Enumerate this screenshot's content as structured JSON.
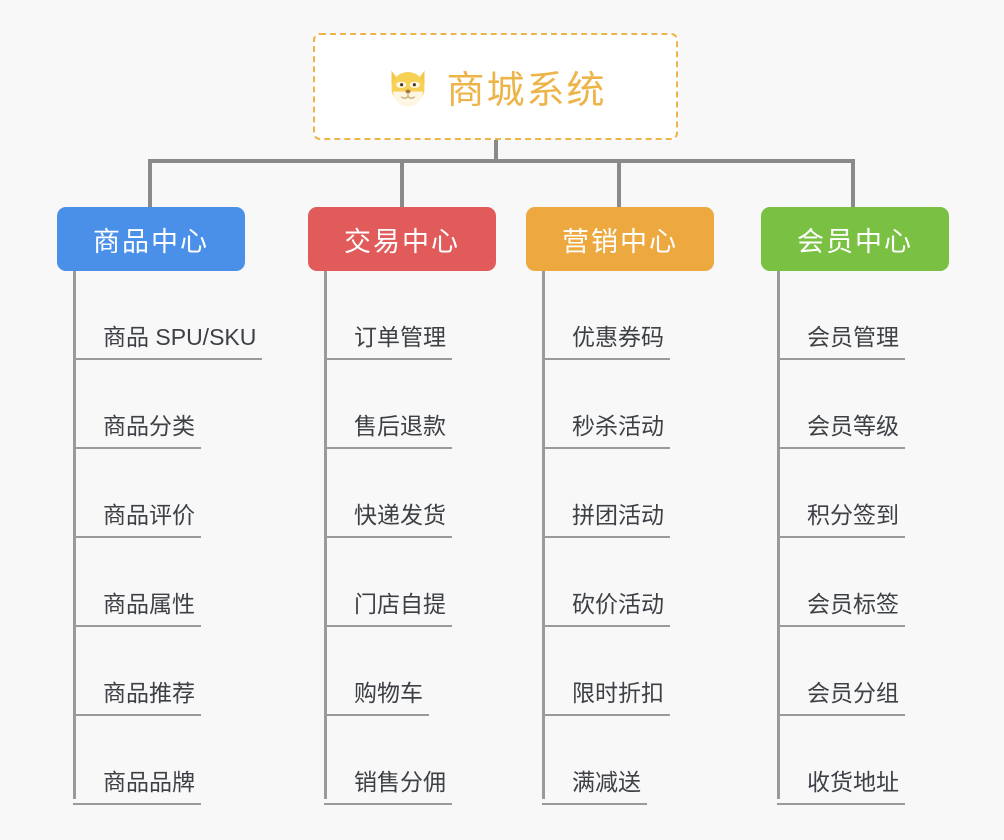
{
  "page": {
    "background_color": "#f8f8f8",
    "connector_color": "#8a8a8a",
    "leaf_line_color": "#9a9a9a",
    "leaf_text_color": "#3d4045"
  },
  "root": {
    "title": "商城系统",
    "emoji_icon": "shiba-dog-face-icon",
    "accent_color": "#edb44a",
    "border_style": "dashed",
    "background_color": "#ffffff"
  },
  "columns": [
    {
      "title": "商品中心",
      "color": "#4a90e8",
      "items": [
        {
          "label": "商品 SPU/SKU"
        },
        {
          "label": "商品分类"
        },
        {
          "label": "商品评价"
        },
        {
          "label": "商品属性"
        },
        {
          "label": "商品推荐"
        },
        {
          "label": "商品品牌"
        }
      ]
    },
    {
      "title": "交易中心",
      "color": "#e15b5b",
      "items": [
        {
          "label": "订单管理"
        },
        {
          "label": "售后退款"
        },
        {
          "label": "快递发货"
        },
        {
          "label": "门店自提"
        },
        {
          "label": "购物车"
        },
        {
          "label": "销售分佣"
        }
      ]
    },
    {
      "title": "营销中心",
      "color": "#eda93f",
      "items": [
        {
          "label": "优惠券码"
        },
        {
          "label": "秒杀活动"
        },
        {
          "label": "拼团活动"
        },
        {
          "label": "砍价活动"
        },
        {
          "label": "限时折扣"
        },
        {
          "label": "满减送"
        }
      ]
    },
    {
      "title": "会员中心",
      "color": "#7ac143",
      "items": [
        {
          "label": "会员管理"
        },
        {
          "label": "会员等级"
        },
        {
          "label": "积分签到"
        },
        {
          "label": "会员标签"
        },
        {
          "label": "会员分组"
        },
        {
          "label": "收货地址"
        }
      ]
    }
  ]
}
